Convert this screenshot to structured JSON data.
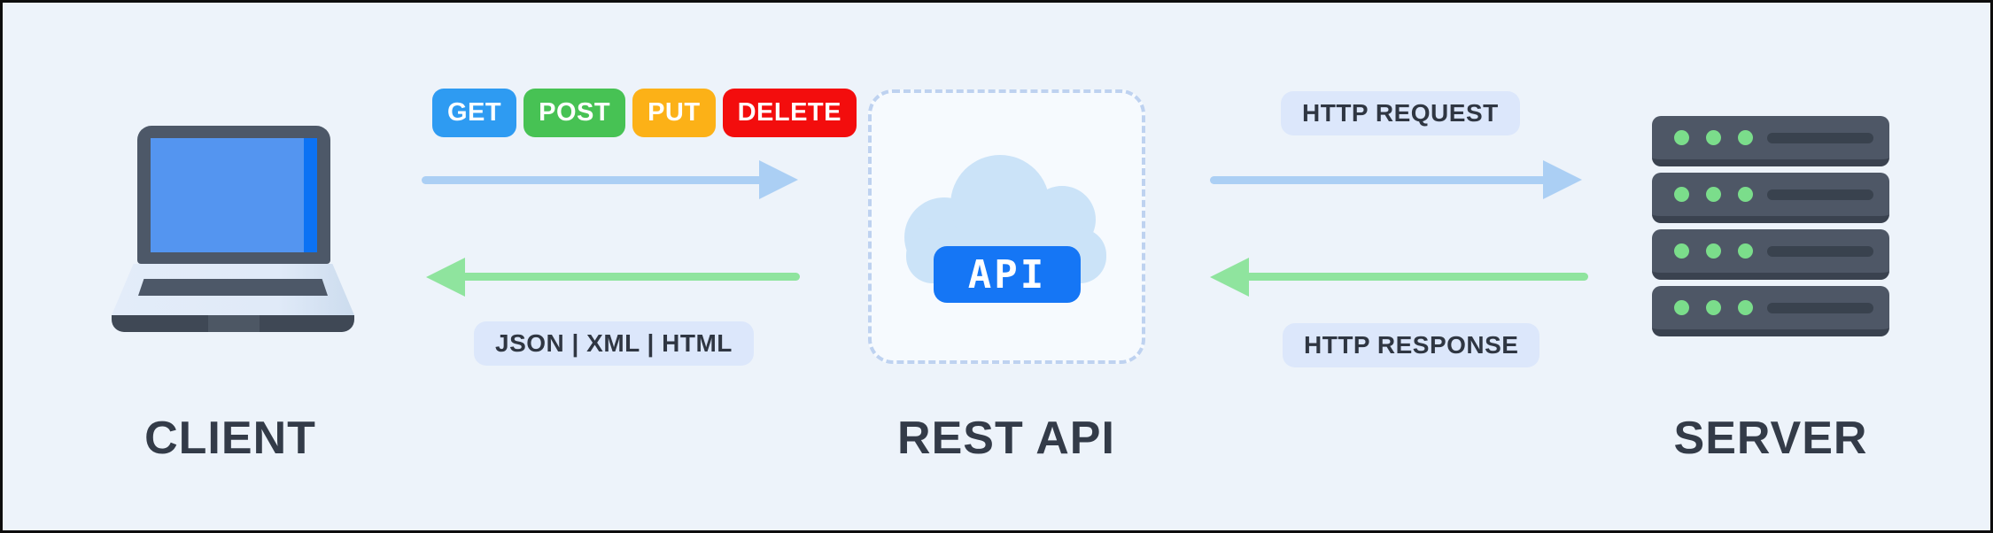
{
  "nodes": {
    "client": {
      "label": "CLIENT"
    },
    "rest_api": {
      "label": "REST API",
      "api_badge": "API"
    },
    "server": {
      "label": "SERVER"
    }
  },
  "methods": [
    {
      "label": "GET",
      "color": "#2e9bf2"
    },
    {
      "label": "POST",
      "color": "#47c254"
    },
    {
      "label": "PUT",
      "color": "#fcb117"
    },
    {
      "label": "DELETE",
      "color": "#f30d0d"
    }
  ],
  "flows": {
    "client_to_api": {
      "response_formats": "JSON | XML | HTML"
    },
    "api_to_server": {
      "request_label": "HTTP REQUEST",
      "response_label": "HTTP RESPONSE"
    }
  },
  "colors": {
    "request_arrow": "#abcff4",
    "response_arrow": "#8fe49e",
    "api_badge_bg": "#1576f5",
    "pill_bg": "#dce7fb",
    "cloud": "#cbe3f8",
    "background": "#edf3fa"
  }
}
